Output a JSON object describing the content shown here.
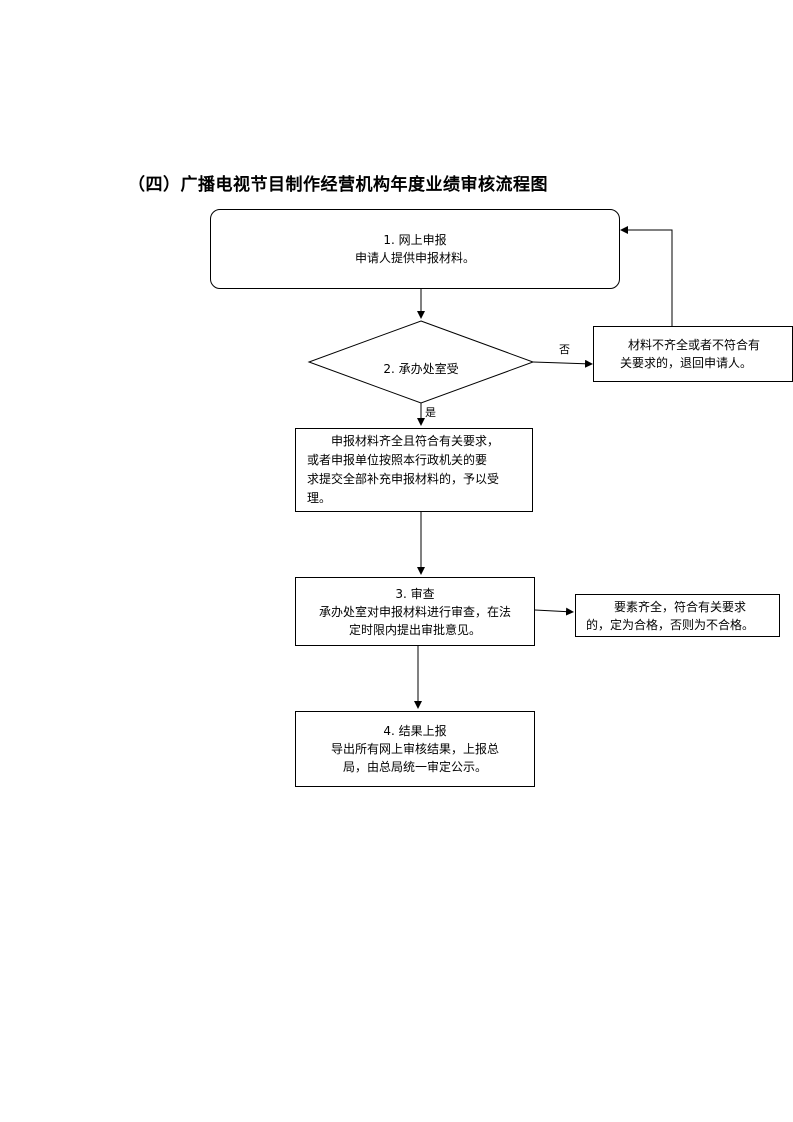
{
  "title": "（四）广播电视节目制作经营机构年度业绩审核流程图",
  "step1": {
    "heading": "1. 网上申报",
    "text": "申请人提供申报材料。"
  },
  "step2": {
    "heading": "2. 承办处室受"
  },
  "branch": {
    "no": "否",
    "yes": "是"
  },
  "reject": {
    "line1": "材料不齐全或者不符合有",
    "line2": "关要求的，退回申请人。"
  },
  "accept": {
    "line1": "申报材料齐全且符合有关要求，",
    "line2": "或者申报单位按照本行政机关的要",
    "line3": "求提交全部补充申报材料的，予以受",
    "line4": "理。"
  },
  "step3": {
    "heading": "3. 审查",
    "line1": "承办处室对申报材料进行审查，在法",
    "line2": "定时限内提出审批意见。"
  },
  "criteria": {
    "line1": "要素齐全，符合有关要求",
    "line2": "的，定为合格，否则为不合格。"
  },
  "step4": {
    "heading": "4. 结果上报",
    "line1": "导出所有网上审核结果，上报总",
    "line2": "局，由总局统一审定公示。"
  }
}
